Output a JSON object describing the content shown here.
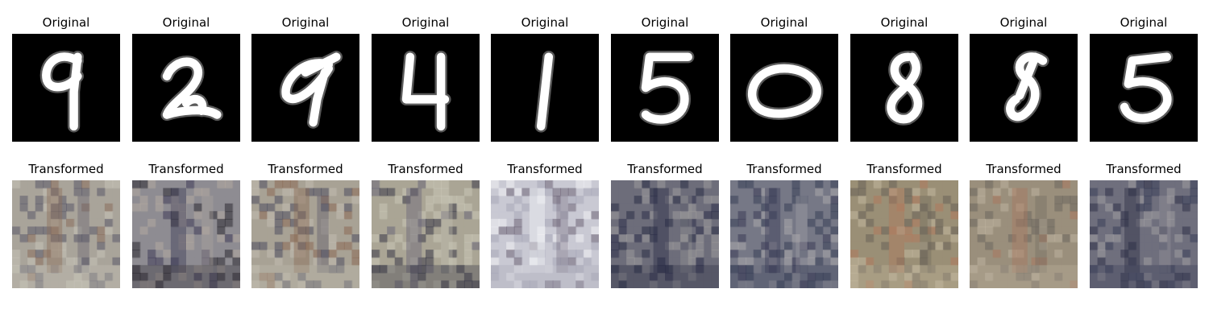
{
  "figure": {
    "rows": [
      {
        "title": "Original",
        "style": "mnist",
        "background": "#000000",
        "stroke": "#ffffff",
        "digits": [
          "9",
          "2",
          "9",
          "4",
          "1",
          "5",
          "0",
          "8",
          "8",
          "5"
        ]
      },
      {
        "title": "Transformed",
        "style": "noisy",
        "palettes": [
          [
            "#a9a49a",
            "#8b6e5c",
            "#5b5a6a",
            "#c7c3b8"
          ],
          [
            "#8e8c92",
            "#3f3d58",
            "#b2aaa0",
            "#2e2b33"
          ],
          [
            "#a8a295",
            "#8a6a55",
            "#4f4e60",
            "#c1bcb0"
          ],
          [
            "#aaa596",
            "#6a6778",
            "#c9c6b7",
            "#3a3a48"
          ],
          [
            "#c9c9d3",
            "#f0f1f4",
            "#6e6477",
            "#a8a8b8"
          ],
          [
            "#6e6e7a",
            "#2d2f4a",
            "#9c9a9c",
            "#2a2d46"
          ],
          [
            "#777886",
            "#3c3c58",
            "#a9a7ac",
            "#394058"
          ],
          [
            "#9a8f77",
            "#b07a5d",
            "#6a6358",
            "#c2b89e"
          ],
          [
            "#9a8f7c",
            "#a9785f",
            "#6e675e",
            "#bdb39e"
          ],
          [
            "#6f6f7d",
            "#2f3148",
            "#9f9ca0",
            "#3b4059"
          ]
        ]
      }
    ]
  }
}
